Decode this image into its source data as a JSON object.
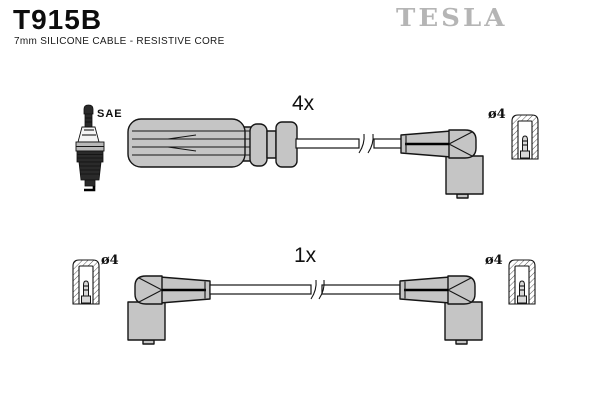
{
  "header": {
    "part_number": "T915B",
    "subtitle": "7mm SILICONE CABLE - RESISTIVE CORE",
    "brand": "TESLA"
  },
  "diagram": {
    "spark_plug_standard": "SAE",
    "top_cable_quantity": "4x",
    "bottom_cable_quantity": "1x",
    "terminal_diameter": "ø4"
  },
  "colors": {
    "boot_fill": "#c5c5c5",
    "outline": "#151515",
    "brand_gray": "#b5b5b5",
    "background": "#ffffff"
  }
}
